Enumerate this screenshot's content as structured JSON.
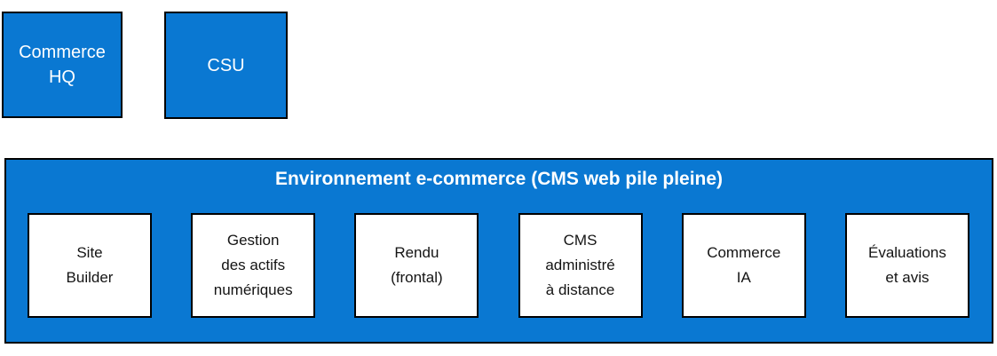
{
  "diagram": {
    "nodes_top": [
      {
        "id": "commerce-hq",
        "label": "Commerce\nHQ"
      },
      {
        "id": "csu",
        "label": "CSU"
      }
    ],
    "environment": {
      "title": "Environnement e-commerce (CMS web pile pleine)",
      "modules": [
        {
          "label": "Site\nBuilder"
        },
        {
          "label": "Gestion\ndes actifs\nnumériques"
        },
        {
          "label": "Rendu\n(frontal)"
        },
        {
          "label": "CMS\nadministré\nà distance"
        },
        {
          "label": "Commerce\nIA"
        },
        {
          "label": "Évaluations\net avis"
        }
      ]
    },
    "colors": {
      "accent_blue": "#0a78d2",
      "border_black": "#000000",
      "module_bg": "#ffffff"
    }
  }
}
